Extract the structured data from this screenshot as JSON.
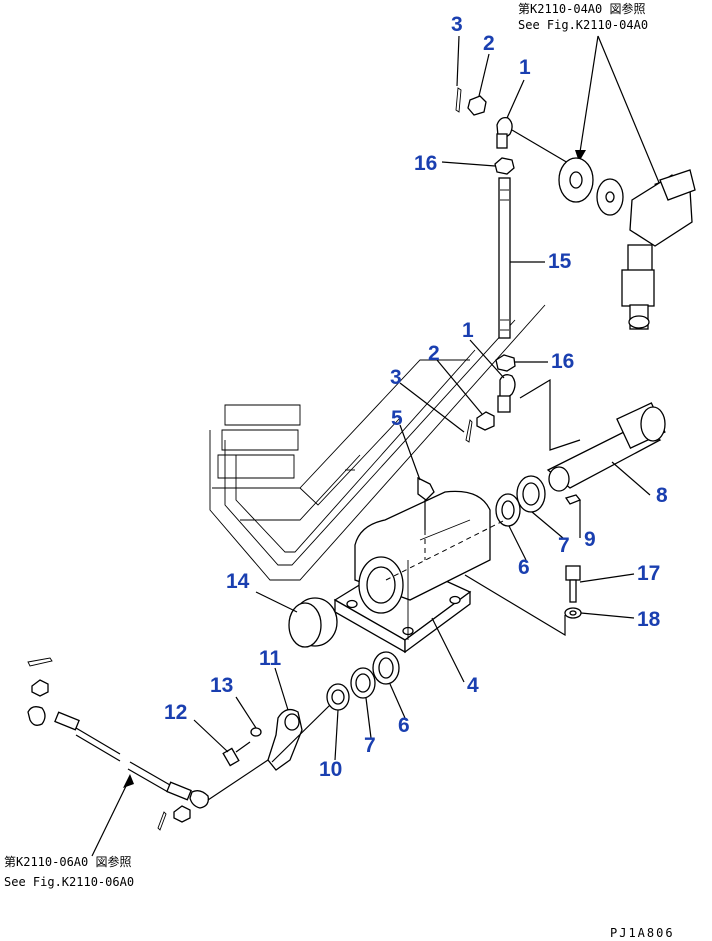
{
  "references": {
    "top_ja": "第K2110-04A0 図参照",
    "top_en": "See Fig.K2110-04A0",
    "bottom_ja": "第K2110-06A0 図参照",
    "bottom_en": "See Fig.K2110-06A0"
  },
  "drawing_code": "PJ1A806",
  "callouts": {
    "c1a": "1",
    "c1b": "1",
    "c2a": "2",
    "c2b": "2",
    "c3a": "3",
    "c3b": "3",
    "c4": "4",
    "c5": "5",
    "c6a": "6",
    "c6b": "6",
    "c7a": "7",
    "c7b": "7",
    "c8": "8",
    "c9": "9",
    "c10": "10",
    "c11": "11",
    "c12": "12",
    "c13": "13",
    "c14": "14",
    "c15": "15",
    "c16a": "16",
    "c16b": "16",
    "c17": "17",
    "c18": "18"
  },
  "colors": {
    "callout": "#1a3fb0",
    "line": "#000000",
    "background": "#ffffff"
  }
}
